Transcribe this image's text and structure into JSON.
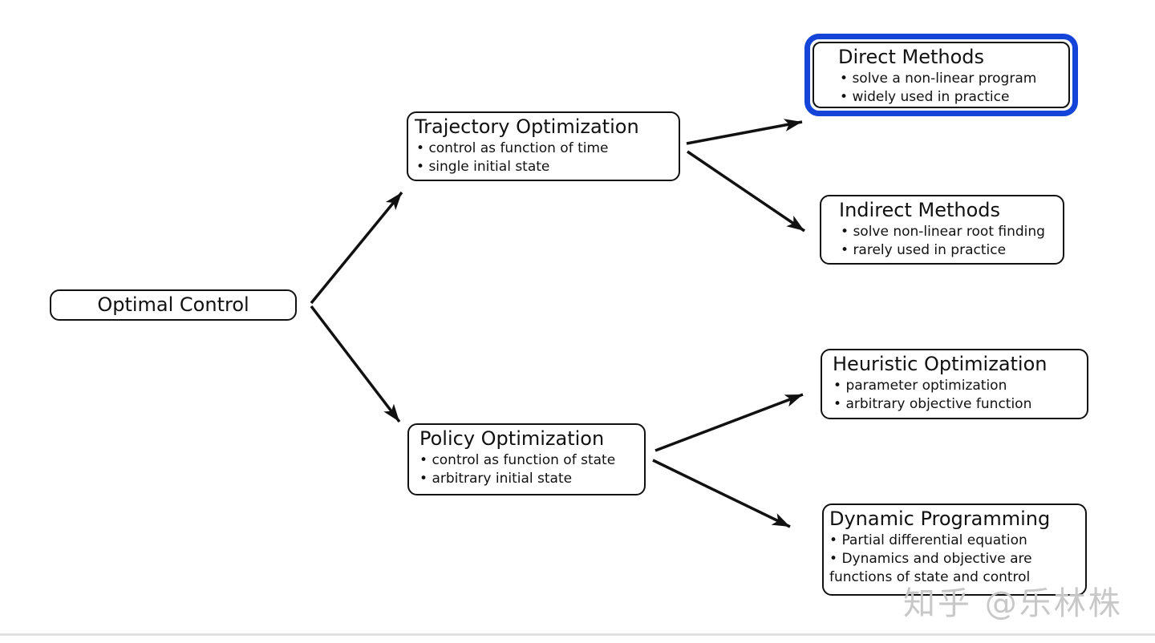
{
  "diagram_title": "Optimal Control methods tree",
  "colors": {
    "highlight_blue": "#1545d8",
    "box_border": "#111111",
    "watermark_gray": "#c8c8c8"
  },
  "nodes": {
    "optimal_control": {
      "title": "Optimal Control",
      "bullets": []
    },
    "trajectory_optimization": {
      "title": "Trajectory Optimization",
      "bullets": [
        "control as function of time",
        "single initial state"
      ]
    },
    "direct_methods": {
      "title": "Direct Methods",
      "bullets": [
        "solve a non-linear program",
        "widely used in practice"
      ],
      "highlighted": true
    },
    "indirect_methods": {
      "title": "Indirect Methods",
      "bullets": [
        "solve non-linear root finding",
        "rarely used in practice"
      ]
    },
    "policy_optimization": {
      "title": "Policy Optimization",
      "bullets": [
        "control as function of state",
        "arbitrary initial state"
      ]
    },
    "heuristic_optimization": {
      "title": "Heuristic Optimization",
      "bullets": [
        "parameter optimization",
        "arbitrary objective function"
      ]
    },
    "dynamic_programming": {
      "title": "Dynamic Programming",
      "bullets": [
        "Partial differential equation",
        "Dynamics and objective are functions of state and control"
      ]
    }
  },
  "edges": [
    {
      "from": "optimal_control",
      "to": "trajectory_optimization"
    },
    {
      "from": "optimal_control",
      "to": "policy_optimization"
    },
    {
      "from": "trajectory_optimization",
      "to": "direct_methods"
    },
    {
      "from": "trajectory_optimization",
      "to": "indirect_methods"
    },
    {
      "from": "policy_optimization",
      "to": "heuristic_optimization"
    },
    {
      "from": "policy_optimization",
      "to": "dynamic_programming"
    }
  ],
  "watermark": {
    "text": "知乎 @乐林株"
  }
}
